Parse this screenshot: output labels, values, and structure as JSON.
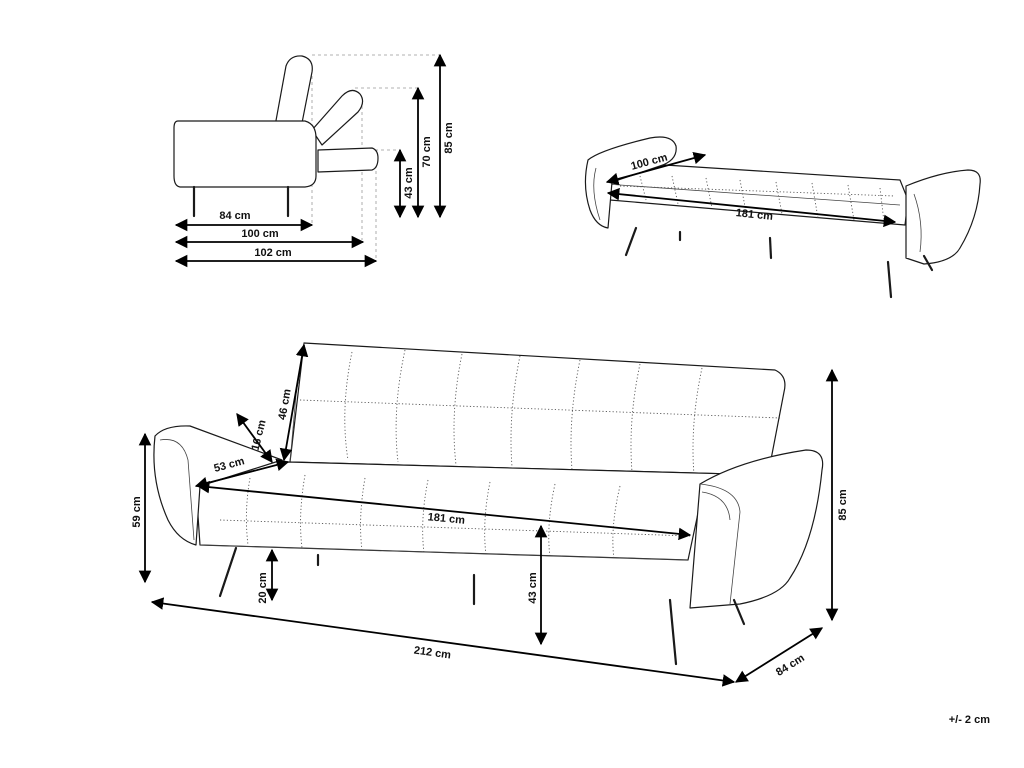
{
  "side_view": {
    "depth_seat": "84 cm",
    "depth_reclined": "100 cm",
    "depth_flat": "102 cm",
    "height_seat": "43 cm",
    "height_mid": "70 cm",
    "height_total": "85 cm"
  },
  "bed_view": {
    "width": "100 cm",
    "length": "181 cm"
  },
  "main_view": {
    "back_height": "46 cm",
    "cushion_thickness": "16 cm",
    "seat_depth": "53 cm",
    "seat_width": "181 cm",
    "arm_height": "59 cm",
    "leg_height": "20 cm",
    "seat_height": "43 cm",
    "total_width": "212 cm",
    "total_depth": "84 cm",
    "total_height": "85 cm"
  },
  "tolerance": "+/- 2 cm"
}
